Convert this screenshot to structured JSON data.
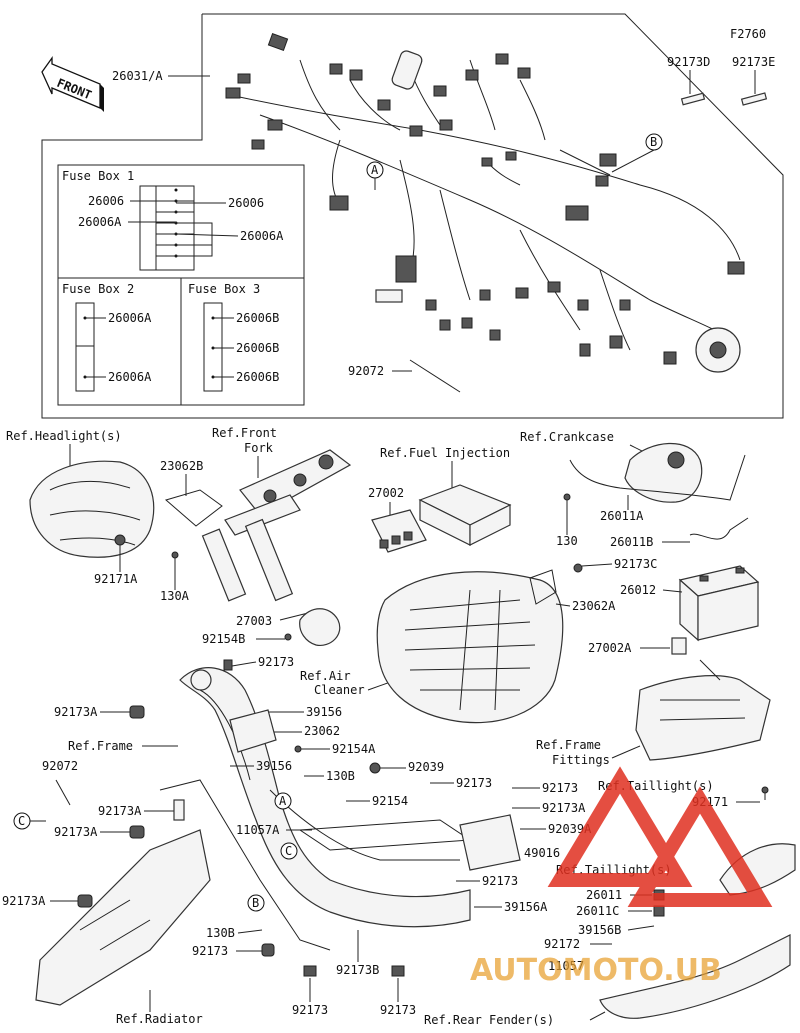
{
  "diagram_code": "F2760",
  "front_label": "FRONT",
  "fuse_box_1": {
    "title": "Fuse Box 1",
    "labels": [
      "26006",
      "26006A",
      "26006",
      "26006A"
    ]
  },
  "fuse_box_2": {
    "title": "Fuse Box 2",
    "labels": [
      "26006A",
      "26006A"
    ]
  },
  "fuse_box_3": {
    "title": "Fuse Box 3",
    "labels": [
      "26006B",
      "26006B",
      "26006B"
    ]
  },
  "callouts": {
    "harness": "26031/A",
    "p92173D": "92173D",
    "p92173E": "92173E",
    "p92072_top": "92072",
    "ref_headlight": "Ref.Headlight(s)",
    "ref_front_fork_1": "Ref.Front",
    "ref_front_fork_2": "Fork",
    "ref_fuel_injection": "Ref.Fuel Injection",
    "ref_crankcase": "Ref.Crankcase",
    "p23062B": "23062B",
    "p27002": "27002",
    "p130": "130",
    "p26011A": "26011A",
    "p26011B": "26011B",
    "p92173C": "92173C",
    "p26012": "26012",
    "p23062A": "23062A",
    "p92171A": "92171A",
    "p130A": "130A",
    "p27003": "27003",
    "p92154B": "92154B",
    "p27002A": "27002A",
    "p92173_a": "92173",
    "ref_air_cleaner_1": "Ref.Air",
    "ref_air_cleaner_2": "Cleaner",
    "p92173A_1": "92173A",
    "p39156_1": "39156",
    "p23062": "23062",
    "ref_frame": "Ref.Frame",
    "p92154A": "92154A",
    "p92072": "92072",
    "p39156_2": "39156",
    "p92039": "92039",
    "ref_frame_fittings_1": "Ref.Frame",
    "ref_frame_fittings_2": "Fittings",
    "p130B": "130B",
    "p92173_b": "92173",
    "p92173_c": "92173",
    "ref_taillight_1": "Ref.Taillight(s)",
    "p92154": "92154",
    "p92173A_2": "92173A",
    "p92171": "92171",
    "p92173A_3": "92173A",
    "p11057A": "11057A",
    "p92039A": "92039A",
    "p92173A_4": "92173A",
    "p49016": "49016",
    "ref_taillight_2": "Ref.Taillight(s)",
    "p92173_d": "92173",
    "p26011": "26011",
    "p39156A": "39156A",
    "p26011C": "26011C",
    "p92173A_5": "92173A",
    "p39156B": "39156B",
    "p130B_2": "130B",
    "p92172": "92172",
    "p92173_e": "92173",
    "p11057": "11057",
    "p92173B": "92173B",
    "p92173_f": "92173",
    "p92173_g": "92173",
    "ref_radiator": "Ref.Radiator",
    "ref_rear_fender": "Ref.Rear Fender(s)"
  },
  "circle_markers": {
    "A": "A",
    "B": "B",
    "C": "C"
  },
  "watermark": {
    "text": "AUTOMOTO.UB",
    "color": "#e03020"
  }
}
